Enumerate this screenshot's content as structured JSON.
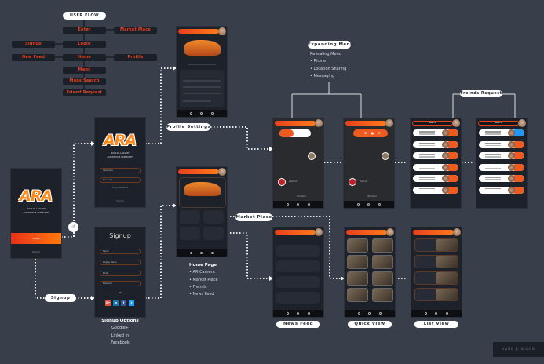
{
  "user_flow": {
    "title": "USER FLOW",
    "nodes": {
      "enter": "Enter",
      "market_place": "Market Place",
      "signup": "Signup",
      "login": "Login",
      "new_feed": "New Feed",
      "home": "Home",
      "profile": "Profile",
      "maps": "Maps",
      "maps_search": "Maps Search",
      "friend_request": "Friend Request"
    }
  },
  "splash": {
    "logo": "ARA",
    "tagline1": "WORLDS LARGEST",
    "tagline2": "AUTOMOTIVE COMMUNITY",
    "login": "LOGIN",
    "signup": "Sign Up"
  },
  "login_screen": {
    "logo": "ARA",
    "tagline1": "WORLDS LARGEST",
    "tagline2": "AUTOMOTIVE COMMUNITY",
    "username": "Username",
    "password": "Password",
    "forgot": "Forgot Password",
    "signup": "Sign Up"
  },
  "signup_screen": {
    "title": "Signup",
    "fields": [
      "Name",
      "Display Name",
      "Email",
      "Password"
    ],
    "or": "OR",
    "social": [
      {
        "icon": "google-plus-icon",
        "glyph": "G+",
        "color": "#dd4b39"
      },
      {
        "icon": "linkedin-icon",
        "glyph": "in",
        "color": "#0e76a8"
      },
      {
        "icon": "facebook-icon",
        "glyph": "f",
        "color": "#3b5998"
      },
      {
        "icon": "twitter-icon",
        "glyph": "t",
        "color": "#1da1f2"
      }
    ]
  },
  "labels": {
    "signup": "Signup",
    "profile_settings": "Profile Settings",
    "market_place": "Market Place",
    "expanding_menu": "Expanding Menu",
    "friends_request": "Freinds Request",
    "news_feed": "News Feed",
    "quick_view": "Quick View",
    "list_view": "List View"
  },
  "signup_options": {
    "title": "Signup Options",
    "items": [
      "Google+",
      "Linked In",
      "Facebook"
    ]
  },
  "home_page": {
    "title": "Home Page",
    "items": [
      "AR Camera",
      "Market Place",
      "Freinds",
      "News Feed"
    ]
  },
  "expanding_menu": {
    "title": "Revealing Menu",
    "items": [
      "Phone",
      "Location Sharing",
      "Messaging"
    ]
  },
  "map": {
    "city1": "Detroit",
    "city2": "Windsor"
  },
  "friends": {
    "search": "Search"
  },
  "credit": "KARL J. WOOD",
  "colors": {
    "background": "#393e4b",
    "accent": "#e8401c",
    "screen": "#1d2129"
  }
}
